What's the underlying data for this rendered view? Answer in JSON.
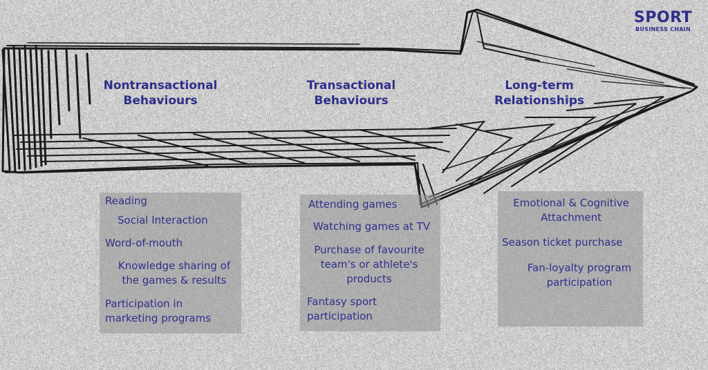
{
  "logo": {
    "main": "SPORT",
    "sub": "BUSINESS CHAIN"
  },
  "stages": [
    {
      "title_line1": "Nontransactional",
      "title_line2": "Behaviours"
    },
    {
      "title_line1": "Transactional",
      "title_line2": "Behaviours"
    },
    {
      "title_line1": "Long-term",
      "title_line2": "Relationships"
    }
  ],
  "nontransactional_items": {
    "reading": "Reading",
    "social_interaction": "Social Interaction",
    "word_of_mouth": "Word-of-mouth",
    "knowledge_sharing_line1": "Knowledge sharing of",
    "knowledge_sharing_line2": "the games & results",
    "participation_line1": "Participation in",
    "participation_line2": "marketing programs"
  },
  "transactional_items": {
    "attending": "Attending games",
    "watching": "Watching games at TV",
    "purchase_line1": "Purchase of favourite",
    "purchase_line2": "team's or athlete's",
    "purchase_line3": "products",
    "fantasy_line1": "Fantasy sport",
    "fantasy_line2": "participation"
  },
  "longterm_items": {
    "attachment_line1": "Emotional & Cognitive",
    "attachment_line2": "Attachment",
    "season_ticket": "Season ticket purchase",
    "fan_loyalty_line1": "Fan-loyalty program",
    "fan_loyalty_line2": "participation"
  },
  "colors": {
    "text": "#2e2f8a",
    "box": "#969696",
    "background": "#c9c9c9",
    "ink": "#1a1a1a"
  }
}
